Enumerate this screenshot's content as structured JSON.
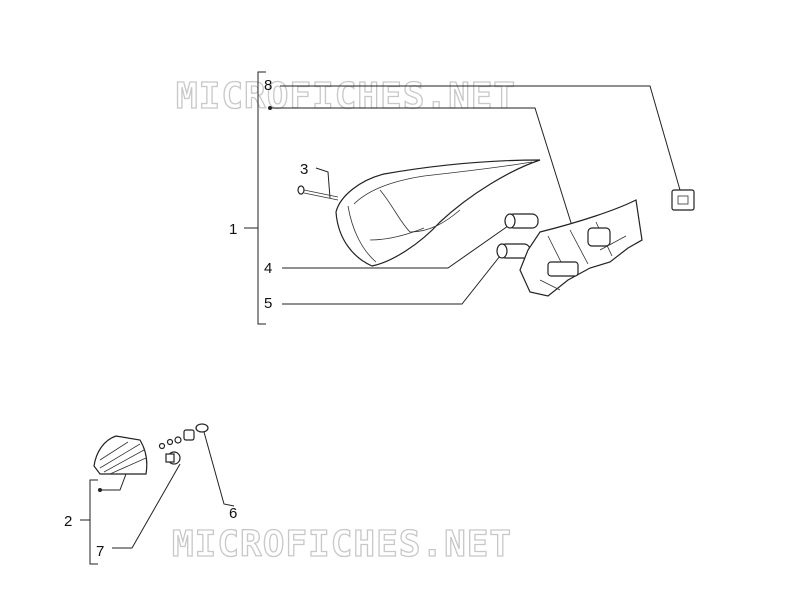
{
  "watermark": {
    "text": "MICROFICHES.NET"
  },
  "callouts": {
    "c1": "1",
    "c2": "2",
    "c3": "3",
    "c4": "4",
    "c5": "5",
    "c6": "6",
    "c7": "7",
    "c8": "8"
  }
}
